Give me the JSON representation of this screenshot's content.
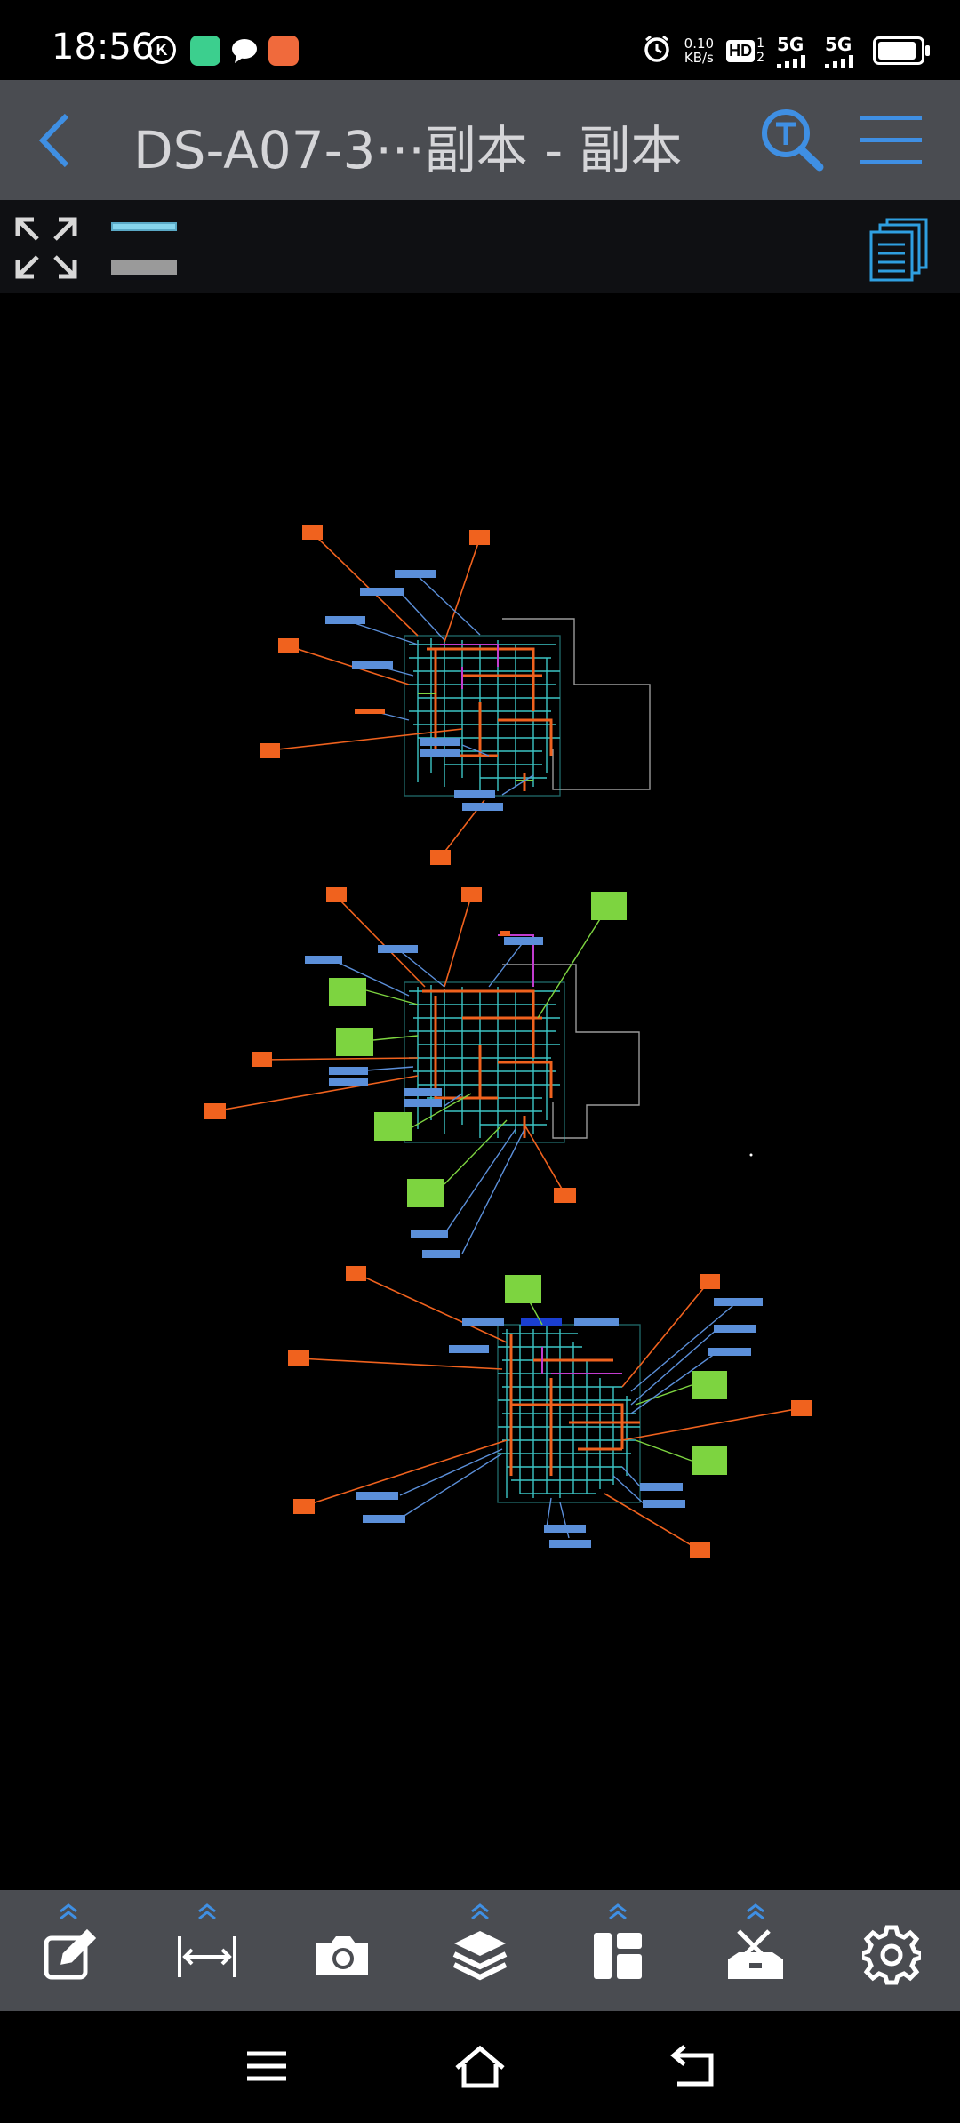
{
  "status_bar": {
    "time": "18:56",
    "net_speed_value": "0.10",
    "net_speed_unit": "KB/s",
    "hd_label": "HD",
    "signal_1": "5G",
    "signal_2": "5G",
    "battery_level": 0.8,
    "icons": [
      "k-icon",
      "app-icon-green",
      "message-bubble-icon",
      "app-icon-red",
      "alarm-icon",
      "hd-icon",
      "signal-bars-icon",
      "battery-icon"
    ]
  },
  "header": {
    "title": "DS-A07-3···副本 - 副本",
    "back_icon": "chevron-left-icon",
    "search_icon": "text-search-icon",
    "menu_icon": "hamburger-menu-icon"
  },
  "toolbar": {
    "fit_icon": "fit-to-screen-icon",
    "layers_icon": "layer-swatch-icon",
    "pages_icon": "page-list-icon"
  },
  "canvas": {
    "description_icon": "cad-drawing",
    "accent_colors": {
      "orange": "#f0621e",
      "green": "#7dd440",
      "blue": "#5b8fd9",
      "cyan": "#3cc6c6",
      "gray": "#9b9b9b"
    }
  },
  "bottom_toolbar": {
    "items": [
      {
        "icon": "edit-annotate-icon"
      },
      {
        "icon": "measure-distance-icon"
      },
      {
        "icon": "camera-icon"
      },
      {
        "icon": "layers-icon"
      },
      {
        "icon": "layout-icon"
      },
      {
        "icon": "tools-box-icon"
      },
      {
        "icon": "settings-gear-icon"
      }
    ]
  },
  "nav_bar": {
    "icons": [
      "recent-apps-icon",
      "home-icon",
      "back-icon"
    ]
  }
}
